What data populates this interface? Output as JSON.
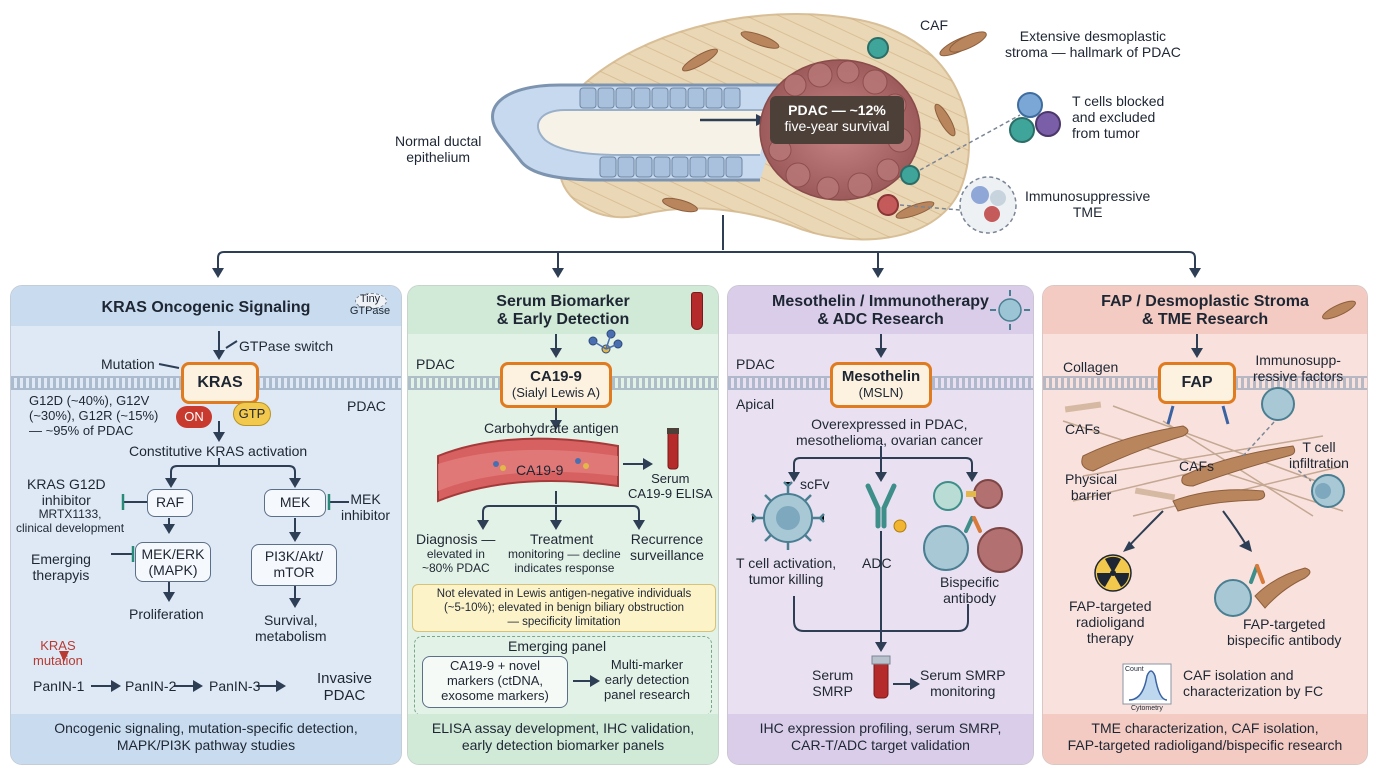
{
  "top": {
    "normal_label": "Normal ductal\nepithelium",
    "pdac_title": "PDAC — ~12%",
    "pdac_sub": "five-year survival",
    "caf_label": "CAF",
    "stroma_label": "Extensive desmoplastic\nstroma — hallmark of PDAC",
    "tcells_label": "T cells blocked\nand excluded\nfrom tumor",
    "tme_label": "Immunosuppressive\nTME"
  },
  "panels": [
    {
      "title": "KRAS Oncogenic Signaling",
      "badge": "Tiny\nGTPase",
      "gtpase_switch": "GTPase switch",
      "mutation": "Mutation",
      "node": "KRAS",
      "on": "ON",
      "gtp": "GTP",
      "pdac": "PDAC",
      "mutations": "G12D (~40%), G12V\n(~30%), G12R (~15%)\n— ~95% of PDAC",
      "activation": "Constitutive KRAS activation",
      "inhibitor_title": "KRAS G12D\ninhibitor",
      "inhibitor_sub": "MRTX1133,\nclinical development",
      "raf": "RAF",
      "mek": "MEK",
      "mek_inhibitor": "MEK\ninhibitor",
      "emerging": "Emerging\ntherapyis",
      "mekerk": "MEK/ERK\n(MAPK)",
      "pi3k": "PI3K/Akt/\nmTOR",
      "proliferation": "Proliferation",
      "survival": "Survival,\nmetabolism",
      "kras_mutation": "KRAS\nmutation",
      "panin1": "PanIN-1",
      "panin2": "PanIN-2",
      "panin3": "PanIN-3",
      "invasive": "Invasive\nPDAC",
      "footer": "Oncogenic signaling, mutation-specific detection,\nMAPK/PI3K pathway studies"
    },
    {
      "title": "Serum Biomarker\n& Early Detection",
      "pdac": "PDAC",
      "node_title": "CA19-9",
      "node_sub": "(Sialyl Lewis A)",
      "carb": "Carbohydrate antigen",
      "vessel_label": "CA19-9",
      "serum": "Serum\nCA19-9 ELISA",
      "diagnosis_title": "Diagnosis —",
      "diagnosis_sub": "elevated in\n~80% PDAC",
      "treatment_title": "Treatment",
      "treatment_sub": "monitoring — decline\nindicates response",
      "recurrence": "Recurrence\nsurveillance",
      "limitation": "Not elevated in Lewis antigen-negative individuals\n(~5-10%); elevated in benign biliary obstruction\n— specificity limitation",
      "emerging_title": "Emerging panel",
      "emerging_box": "CA19-9 + novel\nmarkers (ctDNA,\nexosome markers)",
      "emerging_result": "Multi-marker\nearly detection\npanel research",
      "footer": "ELISA assay development, IHC validation,\nearly detection biomarker panels"
    },
    {
      "title": "Mesothelin / Immunotherapy\n& ADC Research",
      "pdac": "PDAC",
      "apical": "Apical",
      "node_title": "Mesothelin",
      "node_sub": "(MSLN)",
      "overexpressed": "Overexpressed in PDAC,\nmesothelioma, ovarian cancer",
      "scfv": "scFv",
      "tcell": "T cell activation,\ntumor killing",
      "adc": "ADC",
      "bispecific": "Bispecific\nantibody",
      "serum_smrp": "Serum\nSMRP",
      "smrp_monitoring": "Serum SMRP\nmonitoring",
      "footer": "IHC expression profiling, serum SMRP,\nCAR-T/ADC target validation"
    },
    {
      "title": "FAP / Desmoplastic Stroma\n& TME Research",
      "collagen": "Collagen",
      "immunosupp": "Immunosupp-\nressive factors",
      "node": "FAP",
      "cafs1": "CAFs",
      "cafs2": "CAFs",
      "tcell_inf": "T cell\ninfiltration",
      "barrier": "Physical\nbarrier",
      "radioligand": "FAP-targeted\nradioligand\ntherapy",
      "bispecific": "FAP-targeted\nbispecific antibody",
      "cytometry_y": "Count",
      "cytometry_x": "Cytometry",
      "caf_isolation": "CAF isolation and\ncharacterization by FC",
      "footer": "TME characterization, CAF isolation,\nFAP-targeted radioligand/bispecific research"
    }
  ],
  "colors": {
    "kras_bg": "#dde9f5",
    "ca199_bg": "#e3f2e7",
    "msln_bg": "#e8e0f1",
    "fap_bg": "#f9e1dc",
    "node_orange": "#e07b1f",
    "node_fill": "#fdf2df",
    "arrow": "#2d3e55",
    "on_red": "#c83a2e",
    "gtp_yellow": "#f2c94c",
    "stroma": "#e9d6b6",
    "tumor": "#b06a6a",
    "vessel": "#c94a4a"
  }
}
